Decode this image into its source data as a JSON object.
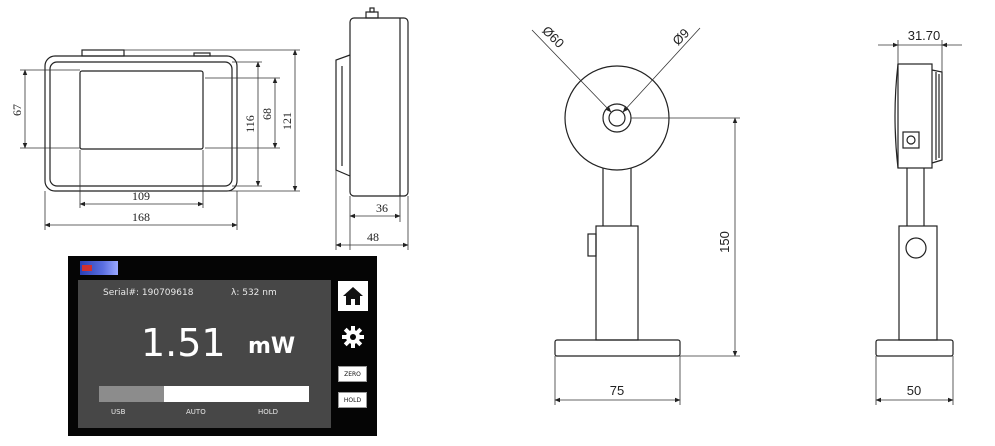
{
  "drawing": {
    "front_view": {
      "dims": [
        "67",
        "68",
        "116",
        "121",
        "109",
        "168"
      ]
    },
    "side_view": {
      "dims": [
        "36",
        "48"
      ]
    },
    "sensor_front": {
      "dims": [
        "Ø60",
        "Ø9",
        "150",
        "75"
      ]
    },
    "sensor_side": {
      "dims": [
        "31.70",
        "50"
      ]
    }
  },
  "display": {
    "serial": "Serial#: 190709618",
    "wavelength": "λ: 532 nm",
    "power_value": "1.51",
    "power_unit": "mW",
    "bar_fill_fraction": 0.31,
    "status_labels": [
      "USB",
      "AUTO",
      "HOLD"
    ],
    "buttons": {
      "zero": "ZERO",
      "hold": "HOLD"
    },
    "icons": [
      "home-icon",
      "gear-icon"
    ]
  }
}
